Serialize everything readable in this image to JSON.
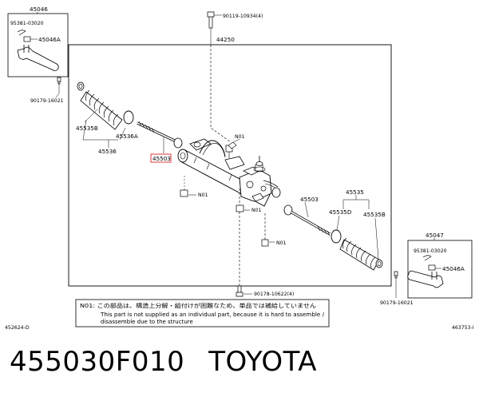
{
  "diagram": {
    "labels": {
      "top_left_box": "45046",
      "tl_95381": "95381-03020",
      "tl_45046a": "45046A",
      "tl_90179": "90179-16021",
      "bolt_top": "90119-10934(4)",
      "main_44250": "44250",
      "l_45535b": "45535B",
      "l_45536": "45536",
      "l_45536a": "45536A",
      "l_45503_hl": "45503",
      "n01_a": "N01",
      "n01_b": "N01",
      "n01_c": "N01",
      "n01_d": "N01",
      "r_45503": "45503",
      "r_45535": "45535",
      "r_45535d": "45535D",
      "r_45535b": "45535B",
      "br_box": "45047",
      "br_95381": "95381-03020",
      "br_45046a": "45046A",
      "br_90179": "90179-16021",
      "bottom_bolt": "90178-10622(4)",
      "code_left": "452624-D",
      "code_right": "463753-I"
    },
    "note": {
      "line1": "N01: この部品は、構造上分解・組付けが困難なため、単品では補給していません",
      "line2": "This part is not supplied as an individual part, because it is hard to assemble /",
      "line3": "disassemble due to the structure"
    },
    "highlight_color": "#e0353b"
  },
  "footer": {
    "part_number": "455030F010",
    "brand": "TOYOTA"
  }
}
